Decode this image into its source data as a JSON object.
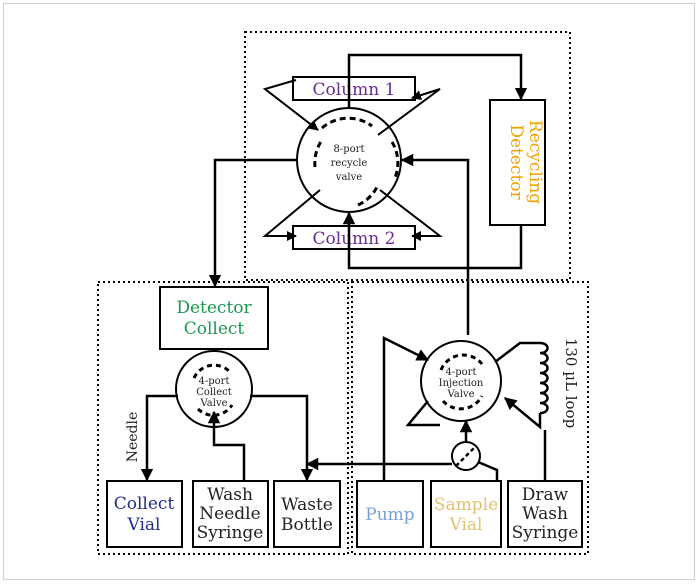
{
  "colors": {
    "column": "#6a2c91",
    "detector_recycling": "#f2a100",
    "detector_collect": "#1a9850",
    "collect_vial": "#1f2d8a",
    "pump": "#7a9fd6",
    "sample_vial": "#e3c16f",
    "default_text": "#222222"
  },
  "boxes": {
    "column1": "Column 1",
    "column2": "Column 2",
    "detector_recycling": [
      "Detector",
      "Recycling"
    ],
    "detector_collect": [
      "Detector",
      "Collect"
    ],
    "collect_vial": [
      "Collect",
      "Vial"
    ],
    "wash_needle_syringe": [
      "Wash",
      "Needle",
      "Syringe"
    ],
    "waste_bottle": [
      "Waste",
      "Bottle"
    ],
    "pump": "Pump",
    "sample_vial": [
      "Sample",
      "Vial"
    ],
    "draw_wash_syringe": [
      "Draw",
      "Wash",
      "Syringe"
    ]
  },
  "valves": {
    "recycle": [
      "8-port",
      "recycle",
      "valve"
    ],
    "injection": [
      "4-port",
      "Injection",
      "Valve"
    ],
    "collect": [
      "4-port",
      "Collect",
      "Valve"
    ]
  },
  "labels": {
    "needle": "Needle",
    "loop": "130 µL loop"
  }
}
